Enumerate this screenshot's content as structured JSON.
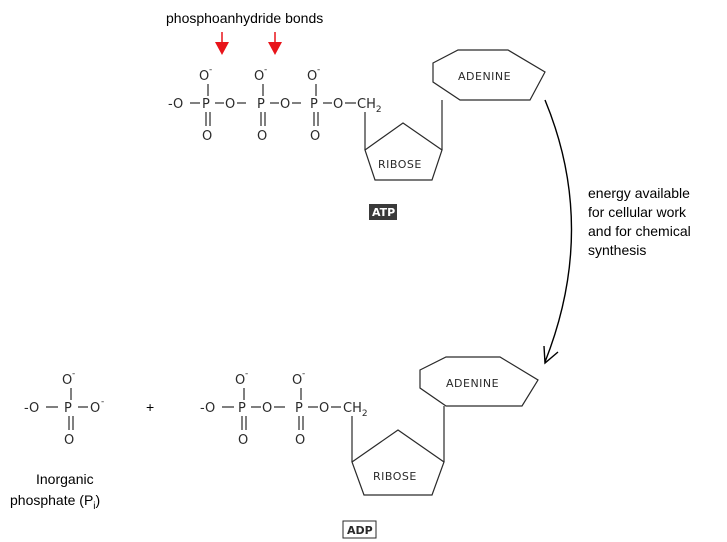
{
  "annotation": {
    "bonds_label": "phosphoanhydride bonds",
    "marker_color": "#e8141a"
  },
  "reaction": {
    "energy_lines": [
      "energy available",
      "for cellular work",
      "and for chemical",
      "synthesis"
    ],
    "plus": "+"
  },
  "chem": {
    "o": "O",
    "o_minus": "-O",
    "p": "P",
    "neg": "-",
    "ch2": "CH",
    "sub2": "2"
  },
  "atp": {
    "label": "ATP",
    "adenine": "ADENINE",
    "ribose": "RIBOSE"
  },
  "adp": {
    "label": "ADP",
    "adenine": "ADENINE",
    "ribose": "RIBOSE"
  },
  "pi": {
    "line1": "Inorganic",
    "line2_prefix": "phosphate (P",
    "subscript": "i",
    "line2_suffix": ")"
  }
}
